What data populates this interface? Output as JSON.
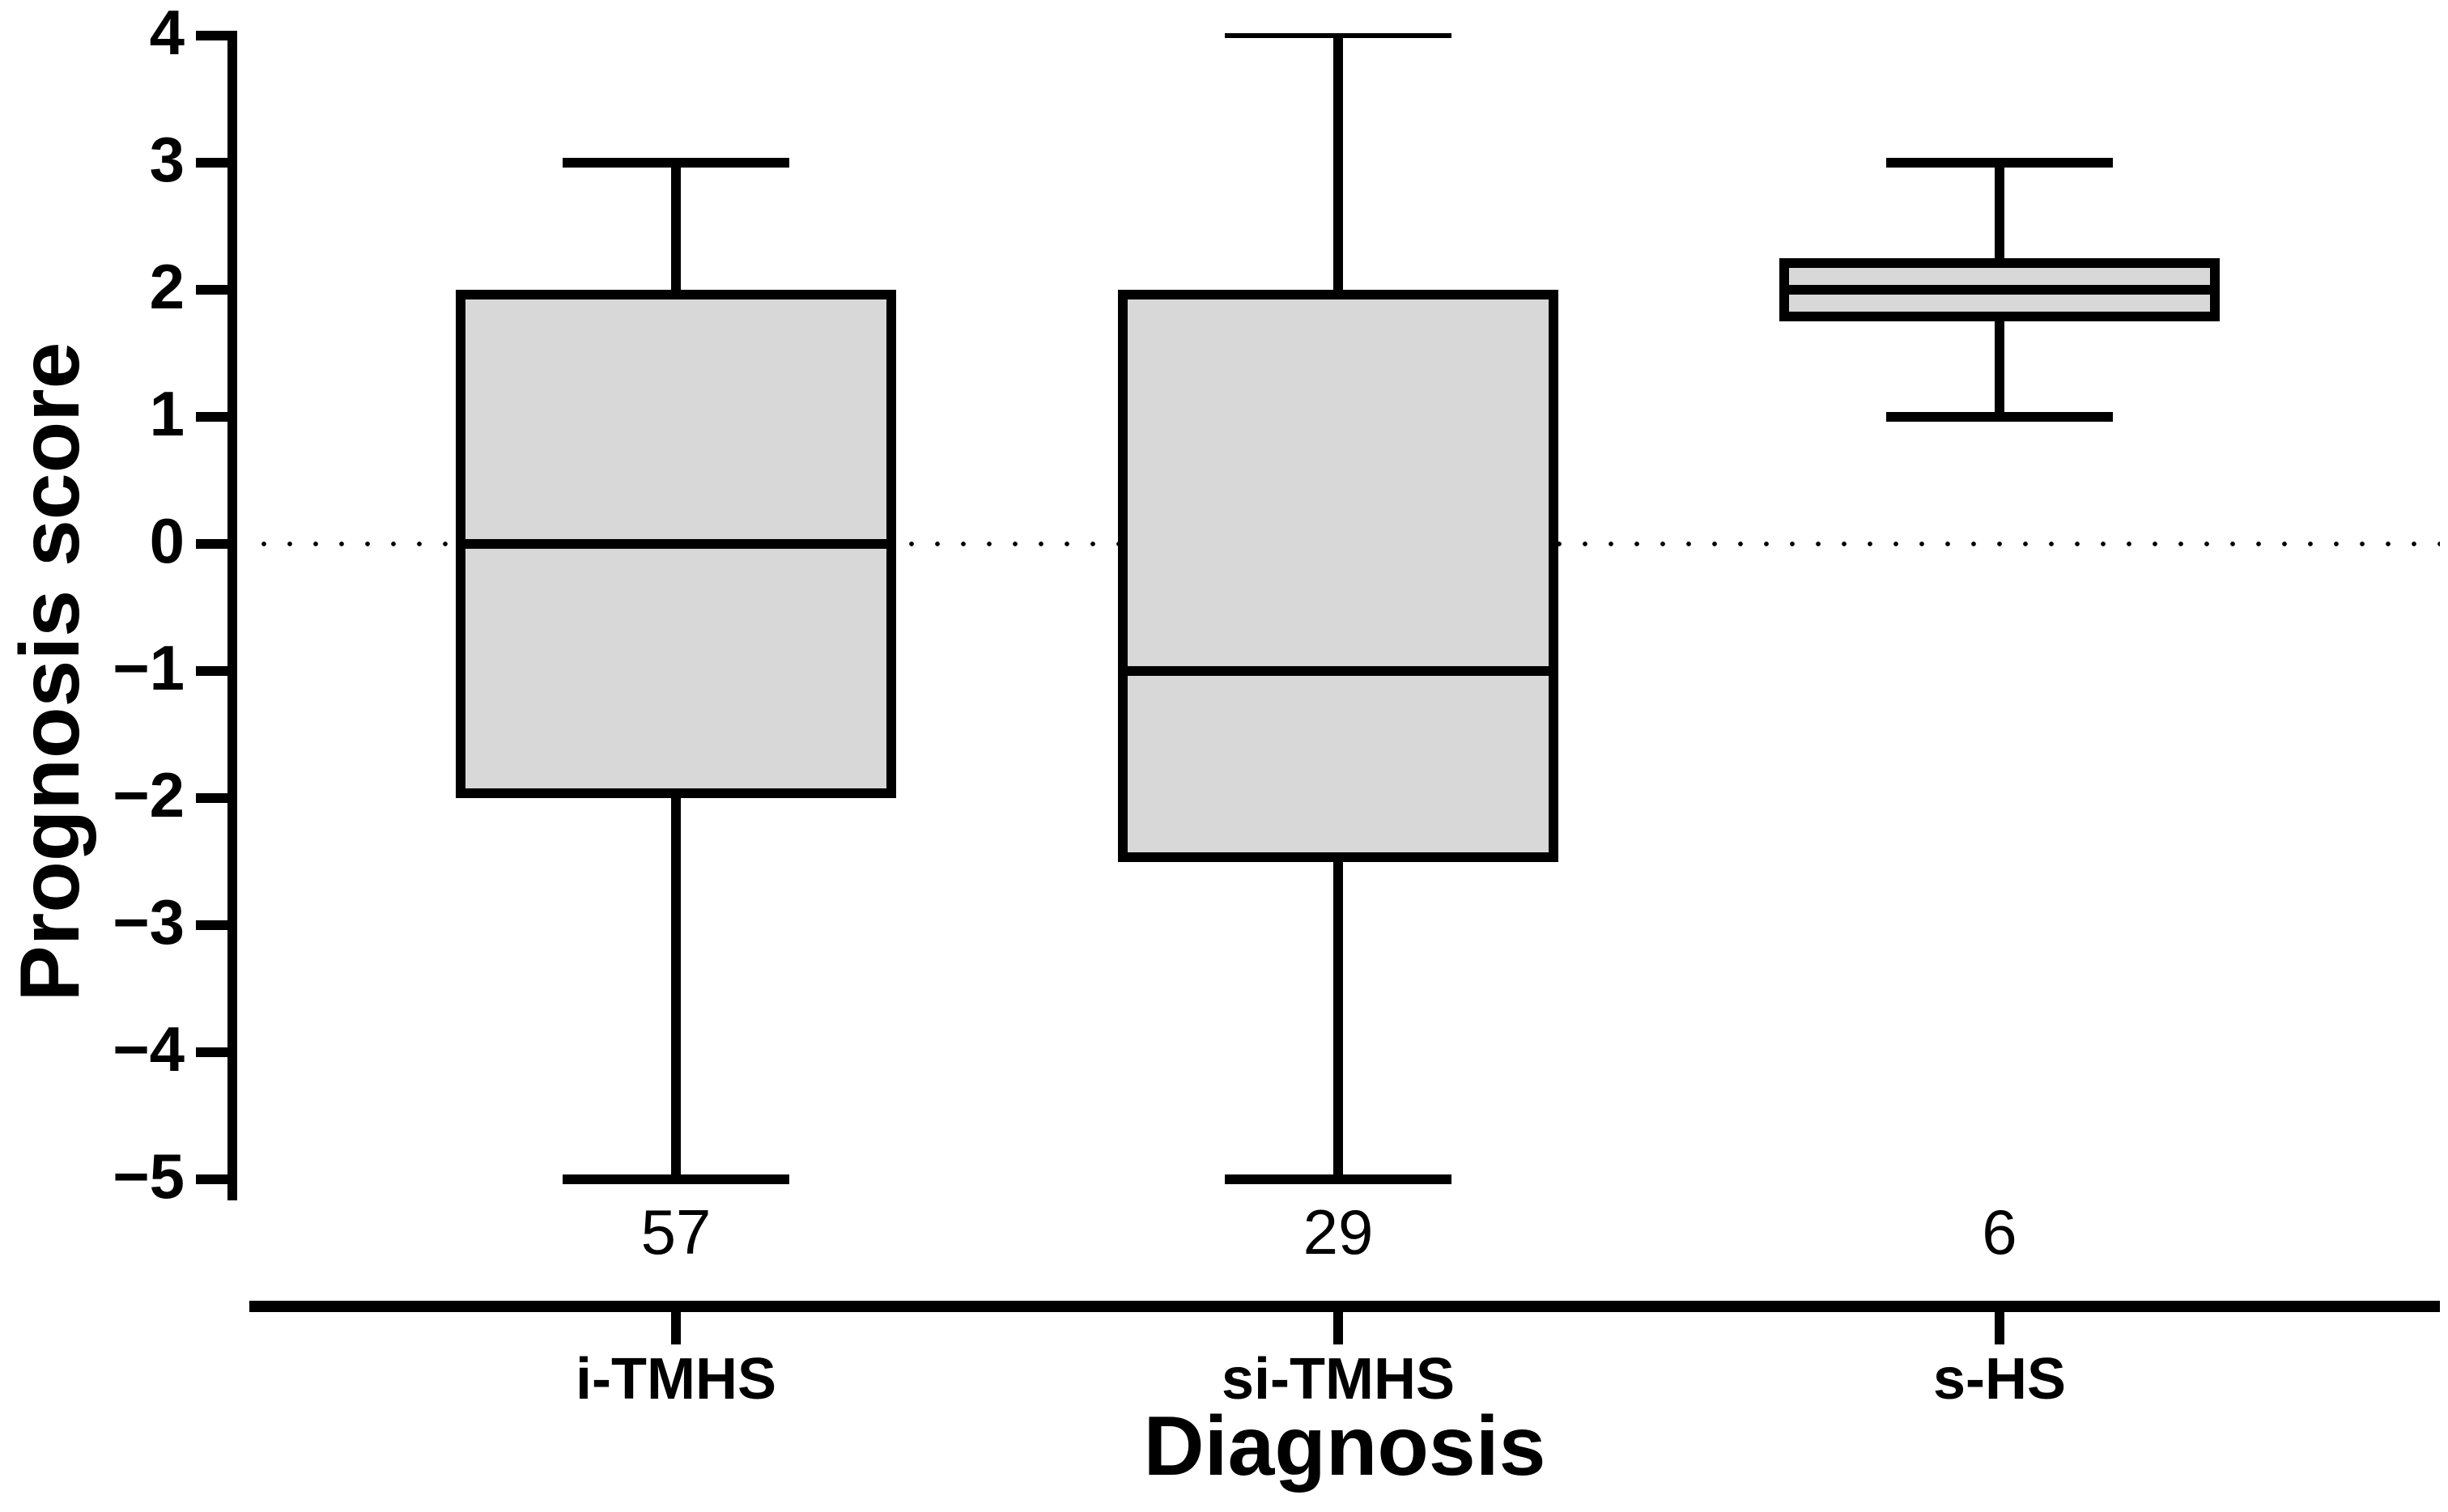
{
  "figure": {
    "background": "#ffffff"
  },
  "chart_data": {
    "type": "box",
    "title": "",
    "xlabel": "Diagnosis",
    "ylabel": "Prognosis score",
    "ylim": [
      -5,
      4
    ],
    "yticks": [
      4,
      3,
      2,
      1,
      0,
      -1,
      -2,
      -3,
      -4,
      -5
    ],
    "reference_line_y": 0,
    "reference_line_style": "dotted",
    "grid": false,
    "legend": "none",
    "categories": [
      "i-TMHS",
      "si-TMHS",
      "s-HS"
    ],
    "counts": [
      "57",
      "29",
      "6"
    ],
    "boxes": [
      {
        "category": "i-TMHS",
        "n": "57",
        "whisker_min": -5,
        "q1": -2,
        "median": 0,
        "q3": 2,
        "whisker_max": 3
      },
      {
        "category": "si-TMHS",
        "n": "29",
        "whisker_min": -5,
        "q1": -2.5,
        "median": -1,
        "q3": 2,
        "whisker_max": 4
      },
      {
        "category": "s-HS",
        "n": "6",
        "whisker_min": 1,
        "q1": 1.75,
        "median": 2,
        "q3": 2.25,
        "whisker_max": 3
      }
    ],
    "colors": {
      "box_fill": "#d8d8d8",
      "line": "#000000",
      "background": "#ffffff"
    }
  }
}
